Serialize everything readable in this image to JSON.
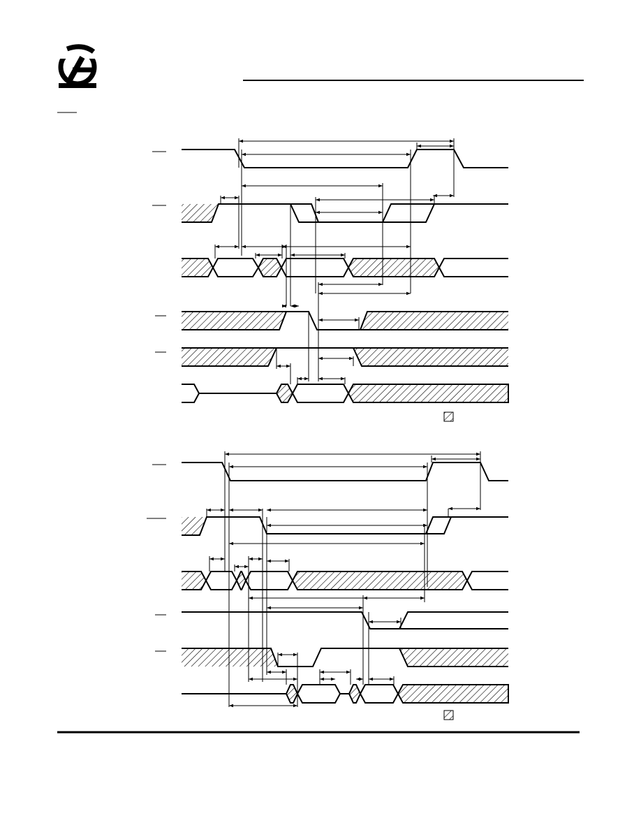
{
  "colors": {
    "ink": "#000000",
    "paper": "#ffffff"
  },
  "icons": {
    "logo": "company-logo-icon",
    "legend": "hatched-square-legend-icon"
  },
  "diagrams": [
    {
      "name": "timing-diagram-1",
      "signals": [
        "signal-1",
        "signal-2",
        "signal-3",
        "signal-4",
        "signal-5",
        "signal-6"
      ]
    },
    {
      "name": "timing-diagram-2",
      "signals": [
        "signal-1",
        "signal-2",
        "signal-3",
        "signal-4",
        "signal-5",
        "signal-6"
      ]
    }
  ]
}
